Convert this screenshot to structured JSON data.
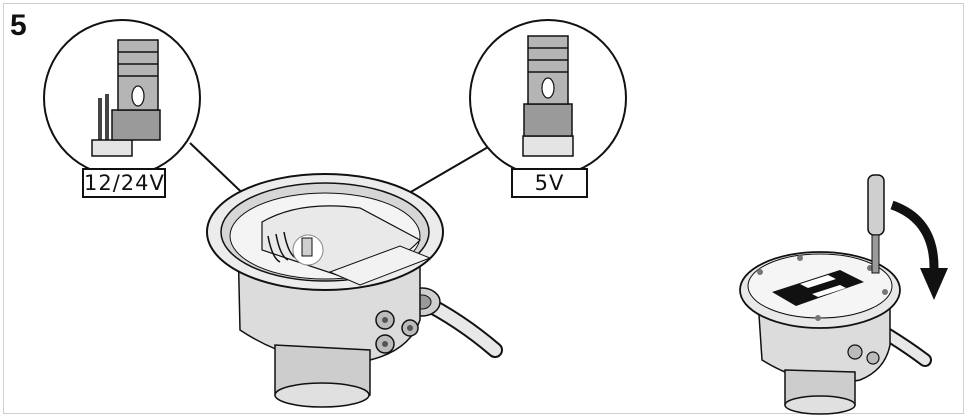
{
  "step": {
    "number": "5"
  },
  "labels": {
    "left_voltage": "12/24V",
    "right_voltage": "5V"
  },
  "icons": {
    "left_inset": "jumper-12-24v-icon",
    "right_inset": "jumper-5v-icon",
    "device": "connector-housing-icon",
    "rotate": "rotate-arrow-icon"
  },
  "colors": {
    "line": "#111111",
    "metal_light": "#e6e6e6",
    "metal_mid": "#b8b8b8",
    "metal_dark": "#7a7a7a"
  }
}
